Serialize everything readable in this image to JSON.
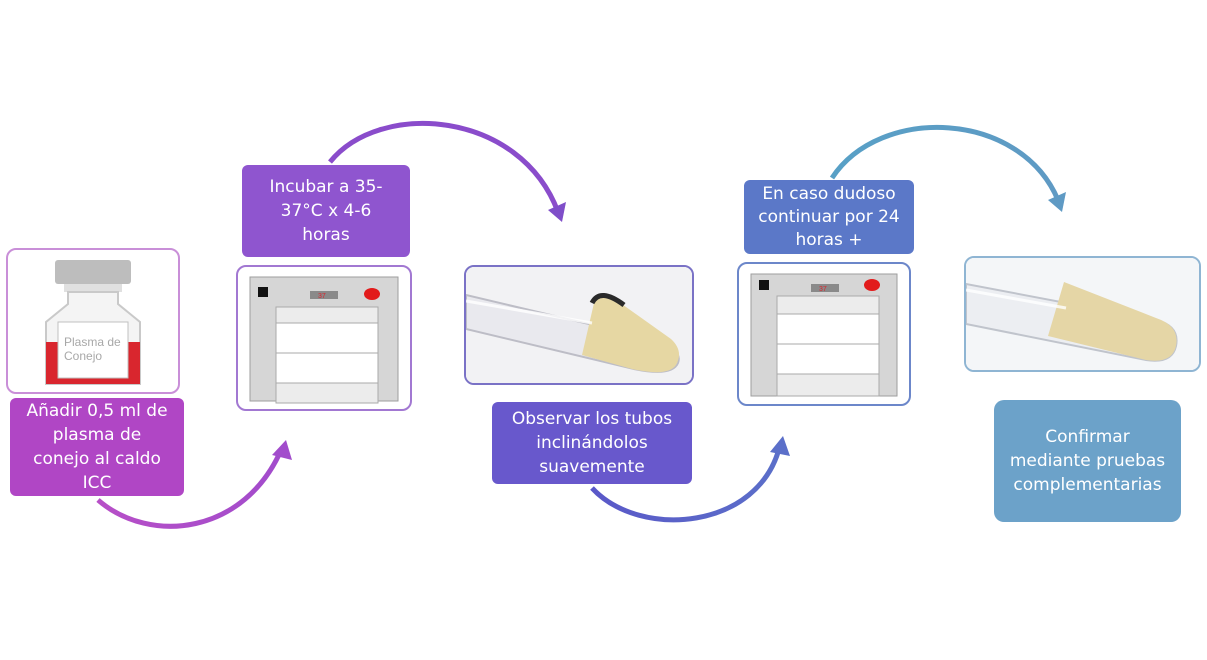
{
  "steps": [
    {
      "text": "Añadir 0,5 ml de\nplasma de\nconejo al caldo\nICC",
      "color": "#b046c5"
    },
    {
      "text": "Incubar a 35-\n37°C x 4-6\nhoras",
      "color": "#8f55cf"
    },
    {
      "text": "Observar los tubos\ninclinándolos\nsuavemente",
      "color": "#6858cc"
    },
    {
      "text": "En caso dudoso\ncontinuar por 24\nhoras +",
      "color": "#5b78c8"
    },
    {
      "text": "Confirmar\nmediante pruebas\ncomplementarias",
      "color": "#6ca2c9"
    }
  ],
  "vial": {
    "label": "Plasma de\nConejo",
    "liquid_color": "#d9262e"
  },
  "incubator_1": {
    "display": "37"
  },
  "incubator_2": {
    "display": "37"
  }
}
